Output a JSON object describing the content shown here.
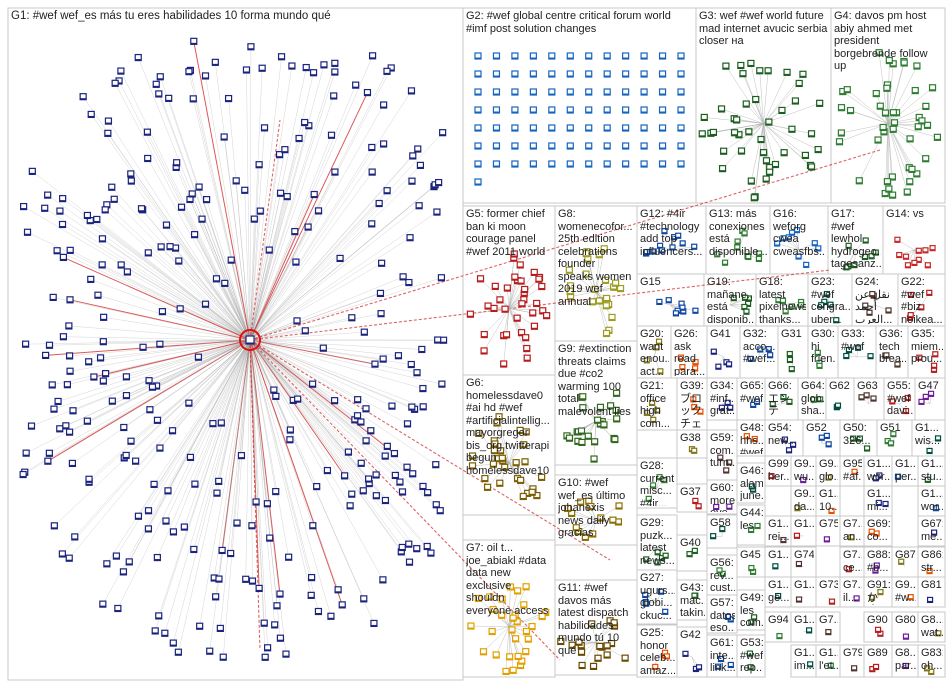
{
  "groups": [
    {
      "id": "g1",
      "text": "G1: #wef wef_es más tu eres habilidades 10 forma mundo qué"
    },
    {
      "id": "g2",
      "text": "G2: #wef global centre critical forum world\n#imf post solution changes"
    },
    {
      "id": "g3",
      "text": "G3: wef #wef world future\nmad internet avucic serbia\ncloser на"
    },
    {
      "id": "g4",
      "text": "G4: davos pm host\nabiy ahmed met\npresident\nborgebrende follow\nup"
    },
    {
      "id": "g5",
      "text": "G5: former chief\nban ki moon\ncourage panel\n#wef 2011 world"
    },
    {
      "id": "g8",
      "text": "G8:\nwomenecofor...\n25th edition\ncelebrations\nfounder\nspeaks women\n2019 wef\nannual"
    },
    {
      "id": "g12",
      "text": "G12: #4ir\n#technology\nadd top\ninfluencers..."
    },
    {
      "id": "g13",
      "text": "G13: más\nconexiones\nestá\ndisponible..."
    },
    {
      "id": "g16",
      "text": "G16:\nweforg\ncwea\ncweasfbs..."
    },
    {
      "id": "g17",
      "text": "G17: #wef\nlewhol\nhydrogeo...\ntagesanz..."
    },
    {
      "id": "g14",
      "text": "G14: vs"
    },
    {
      "id": "g15",
      "text": "G15"
    },
    {
      "id": "g19",
      "text": "G19:\nmañane...\nestá\ndisponib..."
    },
    {
      "id": "g18",
      "text": "G18:\nlatest\npixelnews\nthanks..."
    },
    {
      "id": "g23",
      "text": "G23:\n#wef\ncongra...\nuber..."
    },
    {
      "id": "g24",
      "text": "G24:\nنقل عن\nأحمد\nالعرب..."
    },
    {
      "id": "g22",
      "text": "G22:\n#wef\n#biz\nnoikea..."
    },
    {
      "id": "g9",
      "text": "G9: #extinction\nthreats claims\ndue #co2\nwarming 100\ntotal\nmalevolent lies"
    },
    {
      "id": "g20",
      "text": "G20:\nwant\nenou...\nact..."
    },
    {
      "id": "g26",
      "text": "G26:\nask\nread\npara..."
    },
    {
      "id": "g41",
      "text": "G41"
    },
    {
      "id": "g32",
      "text": "G32:\nacco...\n#wef..."
    },
    {
      "id": "g31",
      "text": "G31"
    },
    {
      "id": "g30",
      "text": "G30:\nhi\nfrien..."
    },
    {
      "id": "g33",
      "text": "G33:\n#wef"
    },
    {
      "id": "g36",
      "text": "G36:\ntech\nbrea..."
    },
    {
      "id": "g35",
      "text": "G35:\nmiem...\nprou..."
    },
    {
      "id": "g6",
      "text": "G6:\nhomelessdave0\n#ai hd #wef\n#artificialintellig...\nmayorgregor\nbis_org twitterapi\nbegun\nhomelessdave10"
    },
    {
      "id": "g21",
      "text": "G21:\noffice\nhigh\ncom..."
    },
    {
      "id": "g39",
      "text": "G39:\nブロック\nチェー..."
    },
    {
      "id": "g34",
      "text": "G34:\n#inf...\ngrat...\n#wa..."
    },
    {
      "id": "g65",
      "text": "G65:\n#wef"
    },
    {
      "id": "g66",
      "text": "G66:\nエン\nティ..."
    },
    {
      "id": "g64",
      "text": "G64:\nglob...\nsha..."
    },
    {
      "id": "g62",
      "text": "G62"
    },
    {
      "id": "g63",
      "text": "G63"
    },
    {
      "id": "g55",
      "text": "G55:\n#wef\ndavi..."
    },
    {
      "id": "g47",
      "text": "G47"
    },
    {
      "id": "g38",
      "text": "G38"
    },
    {
      "id": "g48",
      "text": "G48:\nhhs...\n#wef"
    },
    {
      "id": "g54",
      "text": "G54:\nnew..."
    },
    {
      "id": "g52",
      "text": "G52"
    },
    {
      "id": "g50",
      "text": "G50:\n326..."
    },
    {
      "id": "g51",
      "text": "G51"
    },
    {
      "id": "g1x",
      "text": "G1...\nwis..."
    },
    {
      "id": "g59",
      "text": "G59:\ncom...\nturn..."
    },
    {
      "id": "g99",
      "text": "G99\nher..."
    },
    {
      "id": "g9b",
      "text": "G9...\nwu..."
    },
    {
      "id": "g9c",
      "text": "G9...\nglo..."
    },
    {
      "id": "g95",
      "text": "G95:\n#af..."
    },
    {
      "id": "g1y",
      "text": "G1...\nwor..."
    },
    {
      "id": "g1z",
      "text": "G1...\nper..."
    },
    {
      "id": "g1w",
      "text": "G1...\nstu..."
    },
    {
      "id": "g28",
      "text": "G28:\ncurrent\nmisc...\n#4ir..."
    },
    {
      "id": "g46",
      "text": "G46:\nalam\njune..."
    },
    {
      "id": "g10",
      "text": "G10: #wef\nwef_es último\njohanexis\nnews daily\ngracias"
    },
    {
      "id": "g37",
      "text": "G37"
    },
    {
      "id": "g60",
      "text": "G60:\nmore\neve..."
    },
    {
      "id": "g9d",
      "text": "G9...\nda..."
    },
    {
      "id": "g1a",
      "text": "G1...\n10..."
    },
    {
      "id": "g1b",
      "text": "G1...\nmi..."
    },
    {
      "id": "g1c",
      "text": "G1...\nwor..."
    },
    {
      "id": "g29",
      "text": "G29:\npuzk...\nlatest\nnews..."
    },
    {
      "id": "g44",
      "text": "G44:\nles"
    },
    {
      "id": "g58",
      "text": "G58"
    },
    {
      "id": "g1d",
      "text": "G1...\nrei..."
    },
    {
      "id": "g1e",
      "text": "G1...\n"
    },
    {
      "id": "g75",
      "text": "G75"
    },
    {
      "id": "g7x",
      "text": "G7...\nan..."
    },
    {
      "id": "g69",
      "text": "G69:\nco..."
    },
    {
      "id": "g67",
      "text": "G67:\nme..."
    },
    {
      "id": "g7",
      "text": "G7: oil t...\njoe_abiakl #data\ndata new\nexclusive\nshouldn\neveryone access"
    },
    {
      "id": "g40",
      "text": "G40"
    },
    {
      "id": "g45",
      "text": "G45"
    },
    {
      "id": "g1f",
      "text": "G1..."
    },
    {
      "id": "g74",
      "text": "G74"
    },
    {
      "id": "g7y",
      "text": "G7...\nce..."
    },
    {
      "id": "g88",
      "text": "G88:\n#b..."
    },
    {
      "id": "g87",
      "text": "G87"
    },
    {
      "id": "g86",
      "text": "G86:\nstr..."
    },
    {
      "id": "g11",
      "text": "G11: #wef\ndavos más\nlatest dispatch\nhabilidades\nmundo tú 10\nqué"
    },
    {
      "id": "g27",
      "text": "G27:\nugurs...\nglobi...\nckuc..."
    },
    {
      "id": "g43",
      "text": "G43:\nmac...\ntakin..."
    },
    {
      "id": "g56",
      "text": "G56:\nrev...\ncust..."
    },
    {
      "id": "g1g",
      "text": "G1...\ngé..."
    },
    {
      "id": "g1h",
      "text": "G1...\n"
    },
    {
      "id": "g73",
      "text": "G73"
    },
    {
      "id": "g7z",
      "text": "G7...\nil..."
    },
    {
      "id": "g91",
      "text": "G91:\nかさ..."
    },
    {
      "id": "g9e",
      "text": "G9...\n#w..."
    },
    {
      "id": "g81",
      "text": "G81"
    },
    {
      "id": "g57",
      "text": "G57:\ndatos\neso..."
    },
    {
      "id": "g49",
      "text": "G49:\nles\ncom..."
    },
    {
      "id": "g94",
      "text": "G94"
    },
    {
      "id": "g1i",
      "text": "G1..."
    },
    {
      "id": "g7w",
      "text": "G7..."
    },
    {
      "id": "g90",
      "text": "G90"
    },
    {
      "id": "g80",
      "text": "G80"
    },
    {
      "id": "g8x",
      "text": "G8...\nwat..."
    },
    {
      "id": "g25",
      "text": "G25:\nhonor\nceleb...\namaz..."
    },
    {
      "id": "g42",
      "text": "G42"
    },
    {
      "id": "g61",
      "text": "G61:\ninte...\nlink..."
    },
    {
      "id": "g53",
      "text": "G53:\n#wef\nrep..."
    },
    {
      "id": "g1j",
      "text": "G1...\nl'et..."
    },
    {
      "id": "g1k",
      "text": "G1...\nim..."
    },
    {
      "id": "g79",
      "text": "G79"
    },
    {
      "id": "g89",
      "text": "G89"
    },
    {
      "id": "g8y",
      "text": "G8...\npar..."
    },
    {
      "id": "g83",
      "text": "G83:\noh..."
    }
  ]
}
